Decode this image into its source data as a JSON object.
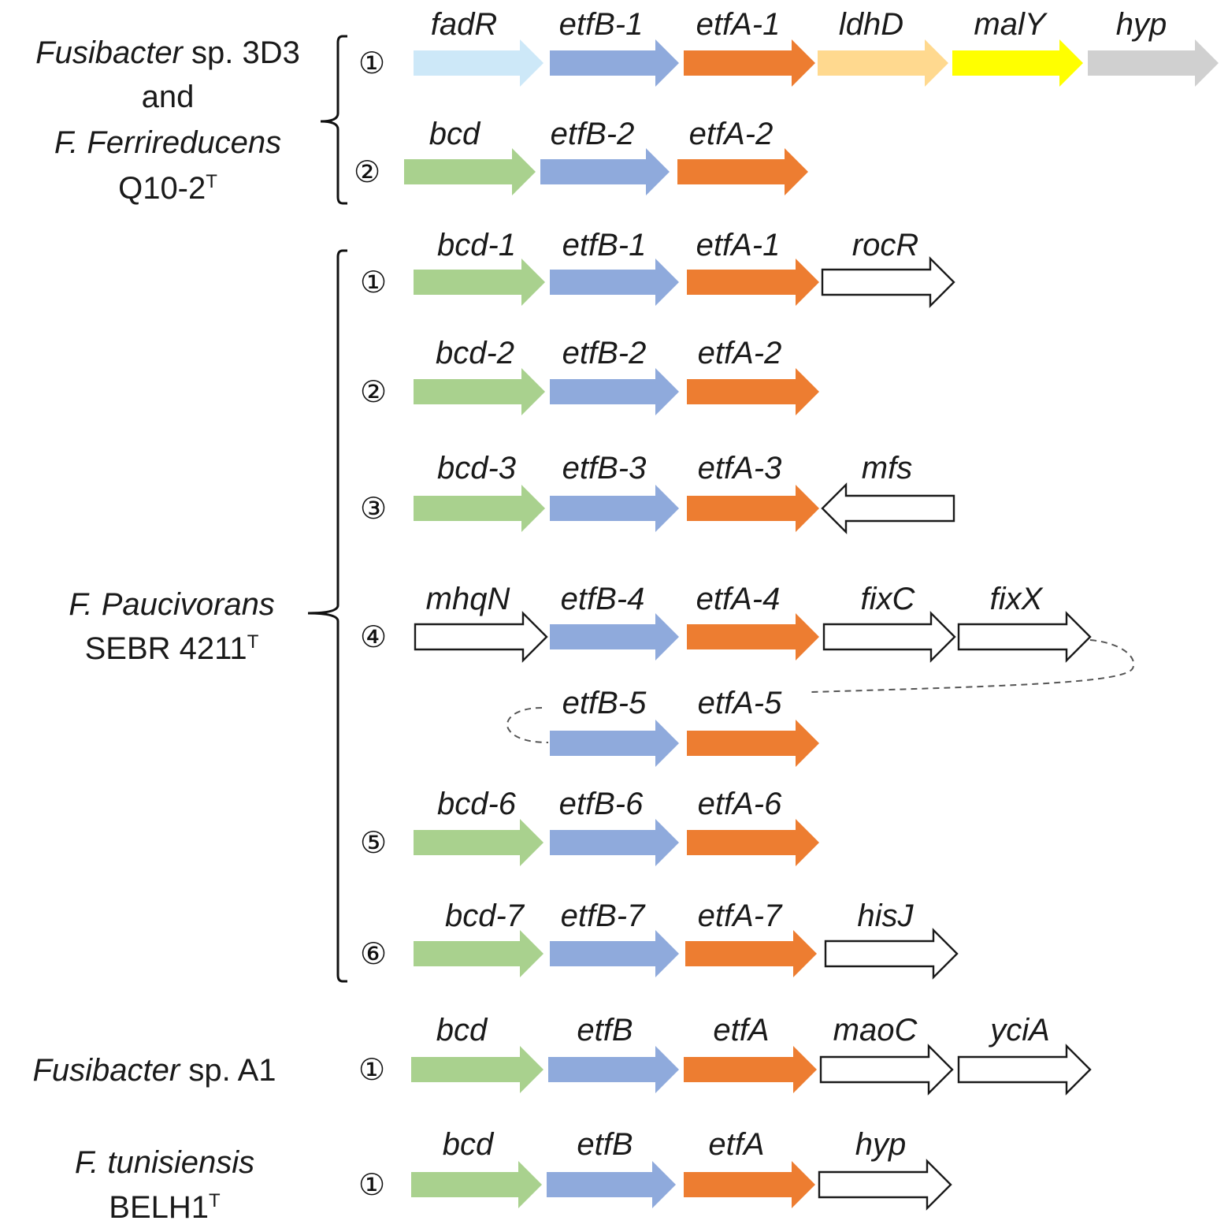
{
  "colors": {
    "fadR": "#cde8f8",
    "etfB": "#8faadc",
    "etfA": "#ed7d31",
    "ldhD": "#ffd98f",
    "malY": "#ffff00",
    "hyp_gray": "#d0d0d0",
    "bcd": "#a9d18e",
    "outline": "#ffffff"
  },
  "organisms": [
    {
      "lines": [
        [
          {
            "t": "Fusibacter",
            "i": true
          },
          {
            "t": " sp. 3D3",
            "i": false
          }
        ],
        [
          {
            "t": "and",
            "i": false
          }
        ],
        [
          {
            "t": "F. Ferrireducens",
            "i": true
          }
        ],
        [
          {
            "t": "Q10-2",
            "i": false
          },
          {
            "t": "T",
            "sup": true
          }
        ]
      ]
    },
    {
      "lines": [
        [
          {
            "t": "F. Paucivorans",
            "i": true
          }
        ],
        [
          {
            "t": "SEBR 4211",
            "i": false
          },
          {
            "t": "T",
            "sup": true
          }
        ]
      ]
    },
    {
      "lines": [
        [
          {
            "t": "Fusibacter",
            "i": true
          },
          {
            "t": " sp. A1",
            "i": false
          }
        ]
      ]
    },
    {
      "lines": [
        [
          {
            "t": "F. tunisiensis",
            "i": true
          }
        ],
        [
          {
            "t": "BELH1",
            "i": false
          },
          {
            "t": "T",
            "sup": true
          }
        ]
      ]
    }
  ],
  "clusters": [
    {
      "number": "①",
      "genes": [
        {
          "name": "fadR",
          "color": "fadR"
        },
        {
          "name": "etfB-1",
          "color": "etfB"
        },
        {
          "name": "etfA-1",
          "color": "etfA"
        },
        {
          "name": "ldhD",
          "color": "ldhD"
        },
        {
          "name": "malY",
          "color": "malY"
        },
        {
          "name": "hyp",
          "color": "hyp_gray"
        }
      ]
    },
    {
      "number": "②",
      "genes": [
        {
          "name": "bcd",
          "color": "bcd"
        },
        {
          "name": "etfB-2",
          "color": "etfB"
        },
        {
          "name": "etfA-2",
          "color": "etfA"
        }
      ]
    },
    {
      "number": "①",
      "genes": [
        {
          "name": "bcd-1",
          "color": "bcd"
        },
        {
          "name": "etfB-1",
          "color": "etfB"
        },
        {
          "name": "etfA-1",
          "color": "etfA"
        },
        {
          "name": "rocR",
          "color": "outline"
        }
      ]
    },
    {
      "number": "②",
      "genes": [
        {
          "name": "bcd-2",
          "color": "bcd"
        },
        {
          "name": "etfB-2",
          "color": "etfB"
        },
        {
          "name": "etfA-2",
          "color": "etfA"
        }
      ]
    },
    {
      "number": "③",
      "genes": [
        {
          "name": "bcd-3",
          "color": "bcd"
        },
        {
          "name": "etfB-3",
          "color": "etfB"
        },
        {
          "name": "etfA-3",
          "color": "etfA"
        },
        {
          "name": "mfs",
          "color": "outline",
          "reverse": true
        }
      ]
    },
    {
      "number": "④",
      "genes": [
        {
          "name": "mhqN",
          "color": "outline"
        },
        {
          "name": "etfB-4",
          "color": "etfB"
        },
        {
          "name": "etfA-4",
          "color": "etfA"
        },
        {
          "name": "fixC",
          "color": "outline"
        },
        {
          "name": "fixX",
          "color": "outline"
        }
      ]
    },
    {
      "number": "",
      "genes": [
        {
          "name": "etfB-5",
          "color": "etfB"
        },
        {
          "name": "etfA-5",
          "color": "etfA"
        }
      ]
    },
    {
      "number": "⑤",
      "genes": [
        {
          "name": "bcd-6",
          "color": "bcd"
        },
        {
          "name": "etfB-6",
          "color": "etfB"
        },
        {
          "name": "etfA-6",
          "color": "etfA"
        }
      ]
    },
    {
      "number": "⑥",
      "genes": [
        {
          "name": "bcd-7",
          "color": "bcd"
        },
        {
          "name": "etfB-7",
          "color": "etfB"
        },
        {
          "name": "etfA-7",
          "color": "etfA"
        },
        {
          "name": "hisJ",
          "color": "outline"
        }
      ]
    },
    {
      "number": "①",
      "genes": [
        {
          "name": "bcd",
          "color": "bcd"
        },
        {
          "name": "etfB",
          "color": "etfB"
        },
        {
          "name": "etfA",
          "color": "etfA"
        },
        {
          "name": "maoC",
          "color": "outline"
        },
        {
          "name": "yciA",
          "color": "outline"
        }
      ]
    },
    {
      "number": "①",
      "genes": [
        {
          "name": "bcd",
          "color": "bcd"
        },
        {
          "name": "etfB",
          "color": "etfB"
        },
        {
          "name": "etfA",
          "color": "etfA"
        },
        {
          "name": "hyp",
          "color": "outline"
        }
      ]
    }
  ]
}
